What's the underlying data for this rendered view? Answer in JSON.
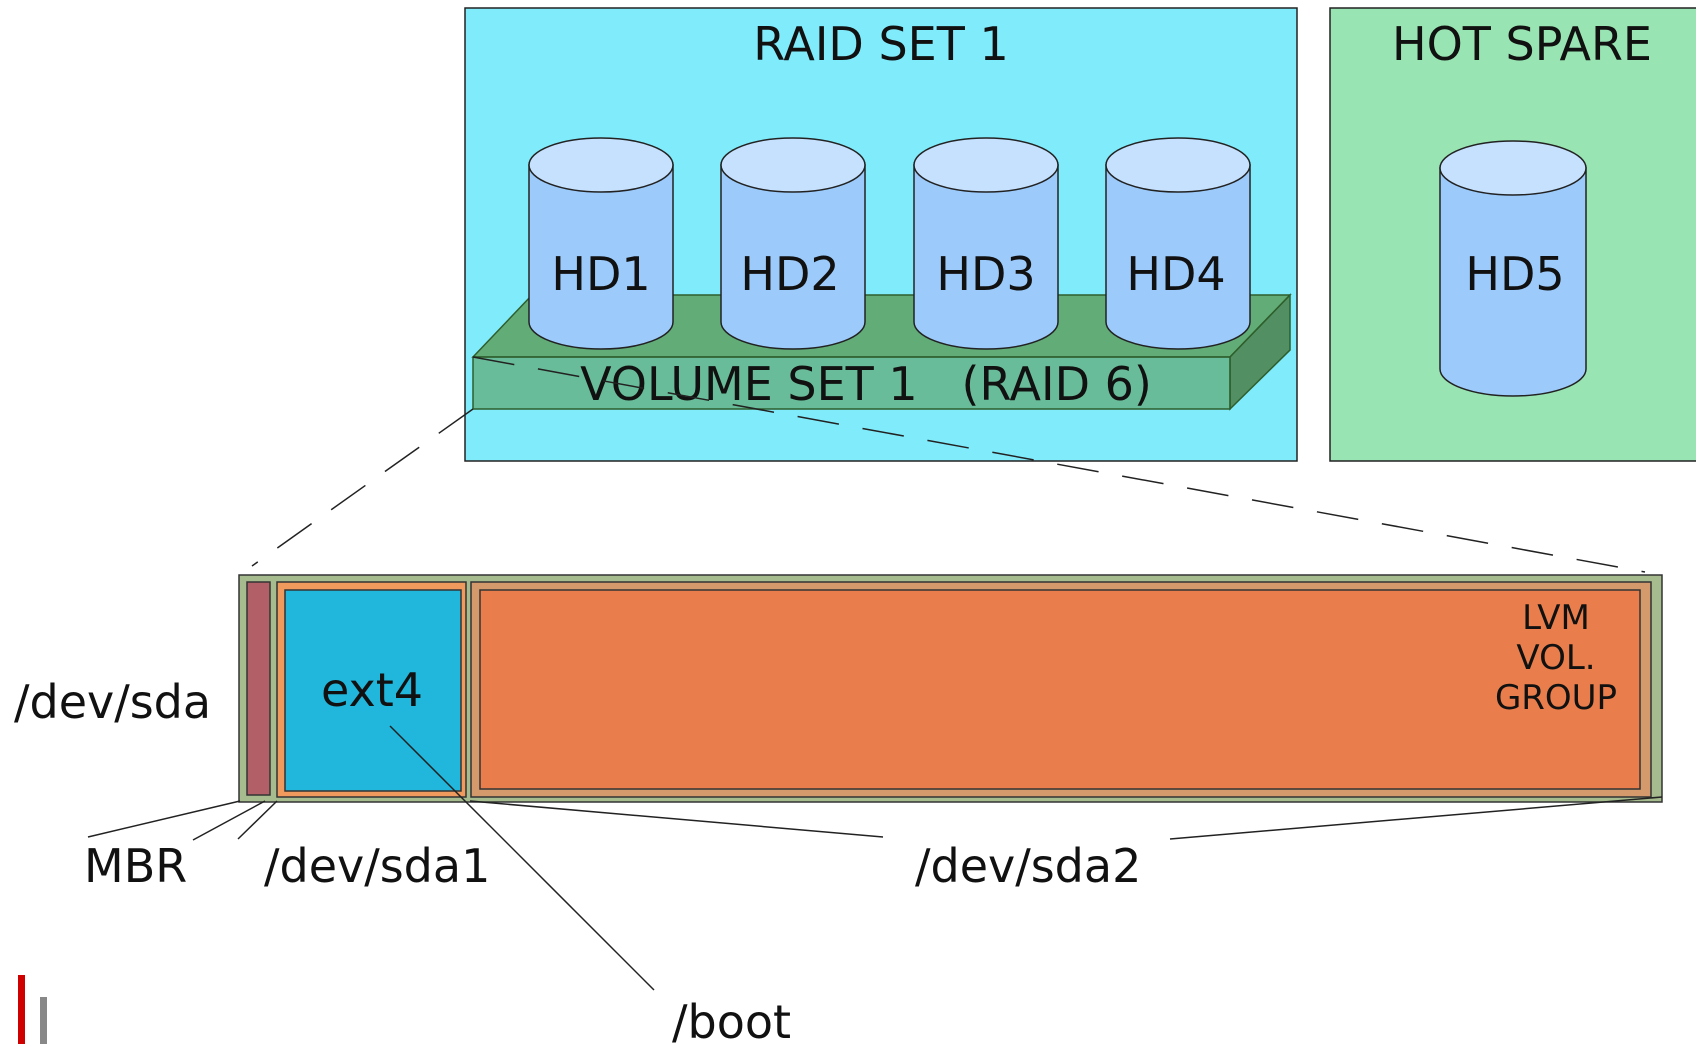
{
  "raid_set": {
    "title": "RAID SET 1",
    "disks": [
      "HD1",
      "HD2",
      "HD3",
      "HD4"
    ],
    "volume_label": "VOLUME SET 1   (RAID 6)"
  },
  "hot_spare": {
    "title": "HOT SPARE",
    "disk": "HD5"
  },
  "device": {
    "name": "/dev/sda",
    "mbr_label": "MBR",
    "partition1": {
      "name": "/dev/sda1",
      "filesystem": "ext4",
      "mount": "/boot"
    },
    "partition2": {
      "name": "/dev/sda2",
      "content_lines": [
        "LVM",
        "VOL.",
        "GROUP"
      ]
    }
  },
  "colors": {
    "raid_box": "#80ebfb",
    "hot_spare_box": "#99e4b3",
    "disk_top": "#c5e1fd",
    "disk_body": "#9ccbfb",
    "volume_slab": "#5a9c58",
    "partition_table_bg": "#a6bc8e",
    "mbr": "#b35f68",
    "ext4": "#21b6dc",
    "sda1_frame": "#f09a5e",
    "lvm": "#e97e4c",
    "logo_red": "#d00000",
    "logo_gray": "#888888"
  }
}
